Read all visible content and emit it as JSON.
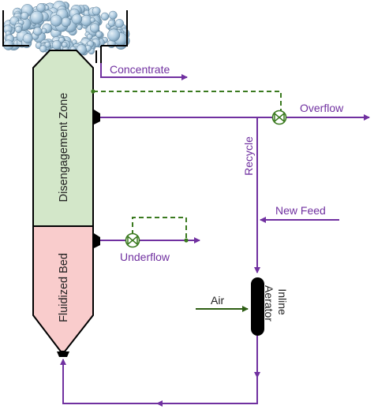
{
  "labels": {
    "concentrate": "Concentrate",
    "overflow": "Overflow",
    "recycle": "Recycle",
    "new_feed": "New Feed",
    "underflow": "Underflow",
    "air": "Air",
    "inline_aerator": [
      "Inline",
      "Aerator"
    ],
    "disengagement_zone": "Disengagement Zone",
    "fluidized_bed": "Fluidized Bed"
  },
  "colors": {
    "process_line": "#7030a0",
    "control_line": "#3a7a1f",
    "air_line": "#2e5e14",
    "disengagement_fill": "#d3e7c9",
    "fluidized_fill": "#f9cccc",
    "bubble_fill": "#a9c7dd",
    "equipment": "#000000"
  },
  "icons": {
    "valve": "butterfly-valve-icon",
    "aerator": "inline-aerator-icon"
  }
}
